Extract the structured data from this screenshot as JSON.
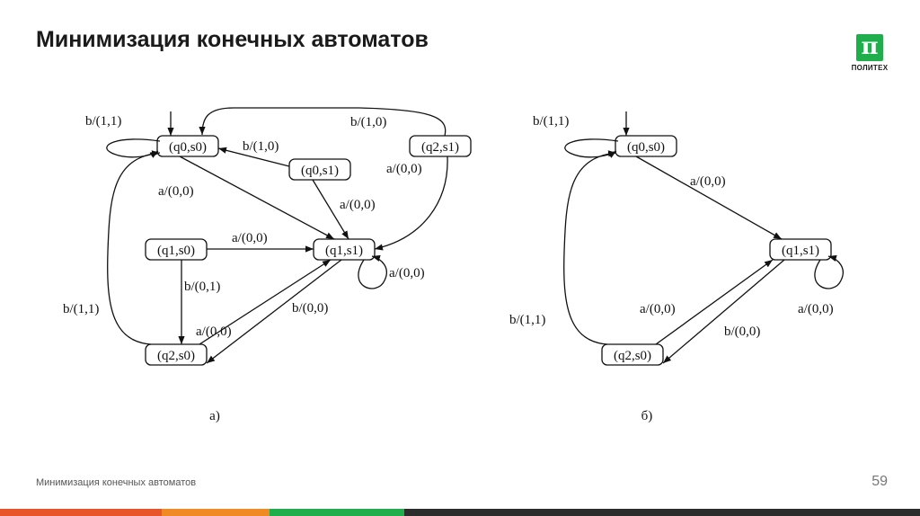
{
  "header": {
    "title": "Минимизация конечных автоматов"
  },
  "logo": {
    "symbol": "π",
    "text": "ПОЛИТЕХ",
    "color": "#1fae4b"
  },
  "diagram_a": {
    "caption": "а)",
    "states": {
      "q0s0": "(q0,s0)",
      "q0s1": "(q0,s1)",
      "q2s1": "(q2,s1)",
      "q1s0": "(q1,s0)",
      "q1s1": "(q1,s1)",
      "q2s0": "(q2,s0)"
    },
    "labels": {
      "loop_q0s0": "b/(1,1)",
      "q2s1_to_q0s0": "b/(1,0)",
      "q0s1_to_q0s0": "b/(1,0)",
      "q2s1_to_q1s1": "a/(0,0)",
      "q0s0_to_q1s1": "a/(0,0)",
      "q0s1_to_q1s1": "a/(0,0)",
      "q1s0_to_q1s1": "a/(0,0)",
      "loop_q1s1": "a/(0,0)",
      "q1s0_to_q2s0": "b/(0,1)",
      "q2s0_to_q0s0": "b/(1,1)",
      "q1s1_to_q2s0": "b/(0,0)",
      "q2s0_to_q1s1": "a/(0,0)"
    }
  },
  "diagram_b": {
    "caption": "б)",
    "states": {
      "q0s0": "(q0,s0)",
      "q1s1": "(q1,s1)",
      "q2s0": "(q2,s0)"
    },
    "labels": {
      "loop_q0s0": "b/(1,1)",
      "q0s0_to_q1s1": "a/(0,0)",
      "loop_q1s1": "a/(0,0)",
      "q2s0_to_q1s1": "a/(0,0)",
      "q1s1_to_q2s0": "b/(0,0)",
      "q2s0_to_q0s0": "b/(1,1)"
    }
  },
  "footer": {
    "text": "Минимизация конечных автоматов",
    "page": "59"
  },
  "colors": {
    "bar": [
      "#e8552a",
      "#f08a24",
      "#1fae4b",
      "#2c2c2c"
    ]
  }
}
